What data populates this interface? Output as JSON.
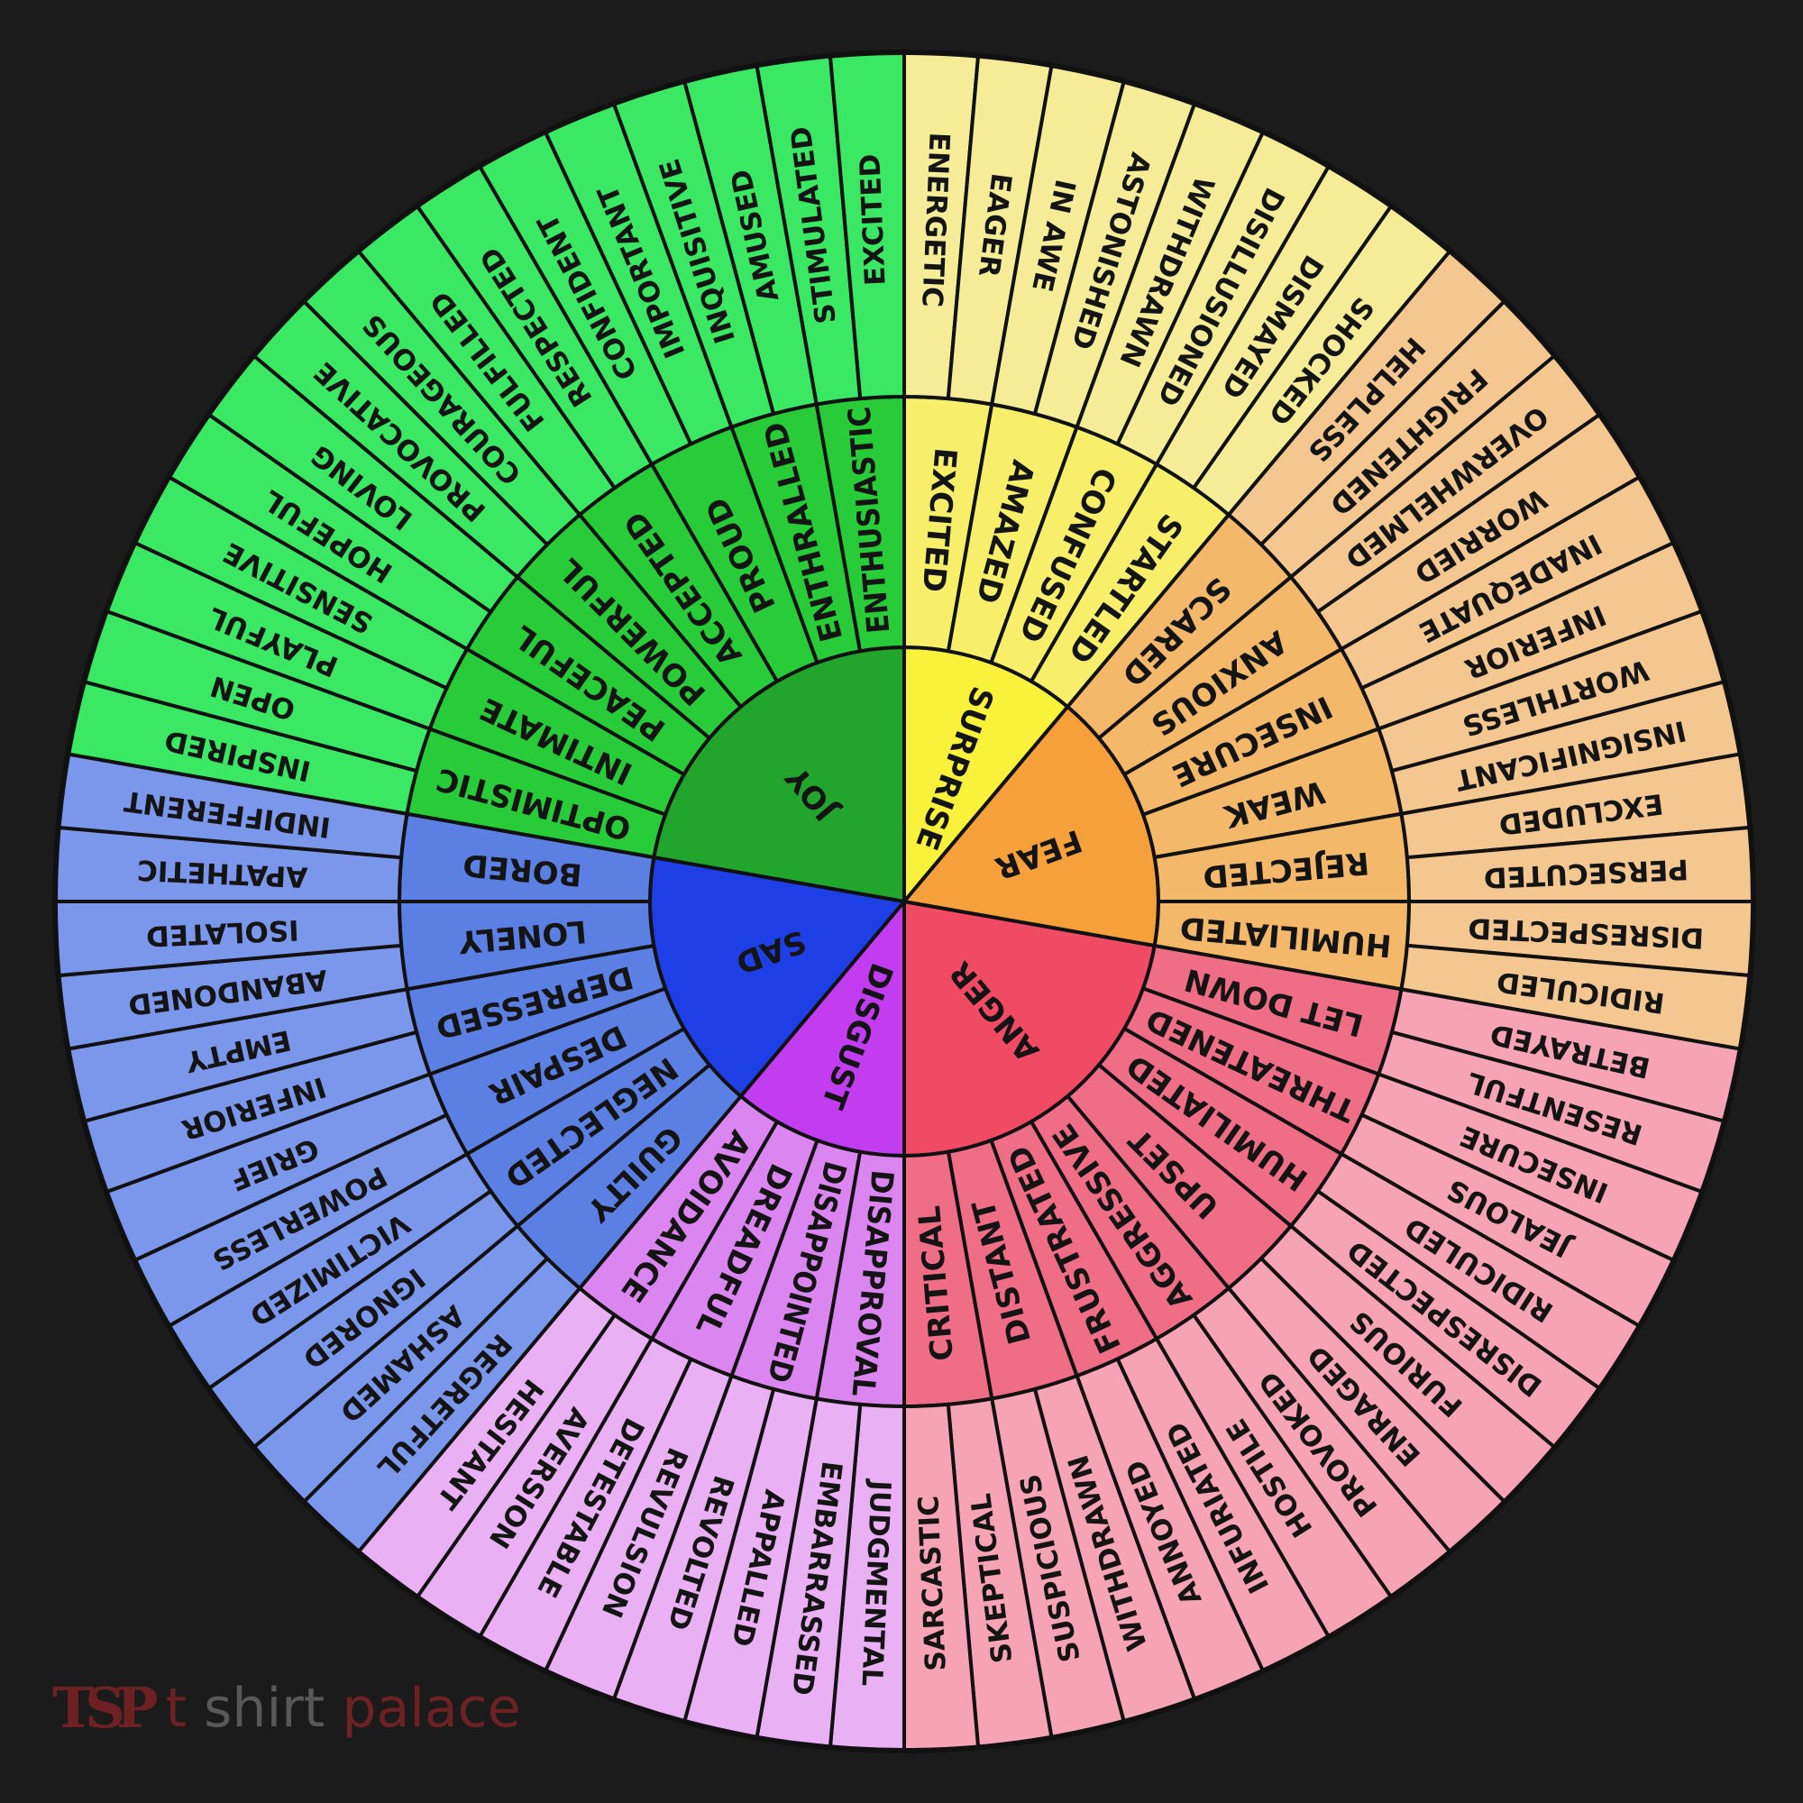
{
  "chart_data": {
    "type": "sunburst",
    "title": "",
    "segments": [
      {
        "name": "ANGER",
        "color": "#f04a64",
        "mid_color": "#f06e85",
        "outer_color": "#f6a3b5",
        "children": [
          {
            "name": "LET DOWN",
            "children": [
              "BETRAYED",
              "RESENTFUL"
            ]
          },
          {
            "name": "THREATENED",
            "children": [
              "INSECURE",
              "JEALOUS"
            ]
          },
          {
            "name": "HUMILIATED",
            "children": [
              "RIDICULED",
              "DISRESPECTED"
            ]
          },
          {
            "name": "UPSET",
            "children": [
              "FURIOUS",
              "ENRAGED"
            ]
          },
          {
            "name": "AGGRESSIVE",
            "children": [
              "PROVOKED",
              "HOSTILE"
            ]
          },
          {
            "name": "FRUSTRATED",
            "children": [
              "INFURIATED",
              "ANNOYED"
            ]
          },
          {
            "name": "DISTANT",
            "children": [
              "WITHDRAWN",
              "SUSPICIOUS"
            ]
          },
          {
            "name": "CRITICAL",
            "children": [
              "SKEPTICAL",
              "SARCASTIC"
            ]
          }
        ]
      },
      {
        "name": "DISGUST",
        "color": "#c33df0",
        "mid_color": "#db85f0",
        "outer_color": "#e9b0f4",
        "children": [
          {
            "name": "DISAPPROVAL",
            "children": [
              "JUDGMENTAL",
              "EMBARRASSED"
            ]
          },
          {
            "name": "DISAPPOINTED",
            "children": [
              "APPALLED",
              "REVOLTED"
            ]
          },
          {
            "name": "DREADFUL",
            "children": [
              "REVULSION",
              "DETESTABLE"
            ]
          },
          {
            "name": "AVOIDANCE",
            "children": [
              "AVERSION",
              "HESITANT"
            ]
          }
        ]
      },
      {
        "name": "SAD",
        "color": "#1f3fe6",
        "mid_color": "#5b7fe3",
        "outer_color": "#7b97eb",
        "children": [
          {
            "name": "GUILTY",
            "children": [
              "REGRETFUL",
              "ASHAMED"
            ]
          },
          {
            "name": "NEGLECTED",
            "children": [
              "IGNORED",
              "VICTIMIZED"
            ]
          },
          {
            "name": "DESPAIR",
            "children": [
              "POWERLESS",
              "GRIEF"
            ]
          },
          {
            "name": "DEPRESSED",
            "children": [
              "INFERIOR",
              "EMPTY"
            ]
          },
          {
            "name": "LONELY",
            "children": [
              "ABANDONED",
              "ISOLATED"
            ]
          },
          {
            "name": "BORED",
            "children": [
              "APATHETIC",
              "INDIFFERENT"
            ]
          }
        ]
      },
      {
        "name": "JOY",
        "color": "#22a52c",
        "mid_color": "#27cc38",
        "outer_color": "#3be864",
        "children": [
          {
            "name": "OPTIMISTIC",
            "children": [
              "INSPIRED",
              "OPEN"
            ]
          },
          {
            "name": "INTIMATE",
            "children": [
              "PLAYFUL",
              "SENSITIVE"
            ]
          },
          {
            "name": "PEACEFUL",
            "children": [
              "HOPEFUL",
              "LOVING"
            ]
          },
          {
            "name": "POWERFUL",
            "children": [
              "PROVOCATIVE",
              "COURAGEOUS"
            ]
          },
          {
            "name": "ACCEPTED",
            "children": [
              "FULFILLED",
              "RESPECTED"
            ]
          },
          {
            "name": "PROUD",
            "children": [
              "CONFIDENT",
              "IMPORTANT"
            ]
          },
          {
            "name": "ENTHRALLED",
            "children": [
              "INQUISITIVE",
              "AMUSED"
            ]
          },
          {
            "name": "ENTHUSIASTIC",
            "children": [
              "STIMULATED",
              "EXCITED"
            ]
          }
        ]
      },
      {
        "name": "SURPRISE",
        "color": "#f8f23a",
        "mid_color": "#f7ee6a",
        "outer_color": "#f6ec98",
        "children": [
          {
            "name": "EXCITED",
            "children": [
              "ENERGETIC",
              "EAGER"
            ]
          },
          {
            "name": "AMAZED",
            "children": [
              "IN AWE",
              "ASTONISHED"
            ]
          },
          {
            "name": "CONFUSED",
            "children": [
              "WITHDRAWN",
              "DISILLUSIONED"
            ]
          },
          {
            "name": "STARTLED",
            "children": [
              "DISMAYED",
              "SHOCKED"
            ]
          }
        ]
      },
      {
        "name": "FEAR",
        "color": "#f5a03a",
        "mid_color": "#f3b86a",
        "outer_color": "#f3c78f",
        "children": [
          {
            "name": "SCARED",
            "children": [
              "HELPLESS",
              "FRIGHTENED"
            ]
          },
          {
            "name": "ANXIOUS",
            "children": [
              "OVERWHELMED",
              "WORRIED"
            ]
          },
          {
            "name": "INSECURE",
            "children": [
              "INADEQUATE",
              "INFERIOR"
            ]
          },
          {
            "name": "WEAK",
            "children": [
              "WORTHLESS",
              "INSIGNIFICANT"
            ]
          },
          {
            "name": "REJECTED",
            "children": [
              "EXCLUDED",
              "PERSECUTED"
            ]
          },
          {
            "name": "HUMILIATED",
            "children": [
              "DISRESPECTED",
              "RIDICULED"
            ]
          }
        ]
      }
    ]
  },
  "watermark": {
    "logo": "TSP",
    "text_parts": [
      "t",
      "shirt",
      "palace"
    ]
  }
}
